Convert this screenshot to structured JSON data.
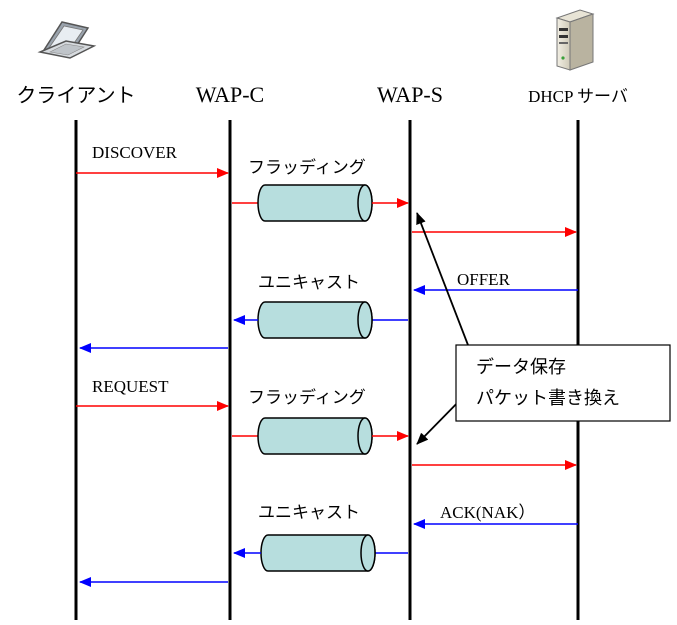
{
  "participants": {
    "client": "クライアント",
    "wap_c": "WAP-C",
    "wap_s": "WAP-S",
    "dhcp": "DHCP サーバ"
  },
  "messages": {
    "discover": "DISCOVER",
    "offer": "OFFER",
    "request": "REQUEST",
    "ack": "ACK(NAK）"
  },
  "tunnels": {
    "flooding_1": "フラッディング",
    "unicast_1": "ユニキャスト",
    "flooding_2": "フラッディング",
    "unicast_2": "ユニキャスト"
  },
  "note": {
    "line1": "データ保存",
    "line2": "パケット書き換え"
  },
  "icons": {
    "client": "laptop-icon",
    "server": "server-tower-icon"
  },
  "colors": {
    "request_arrow": "#ff0000",
    "reply_arrow": "#0000ff",
    "tunnel_fill": "#b7dede",
    "lifeline": "#000000"
  }
}
